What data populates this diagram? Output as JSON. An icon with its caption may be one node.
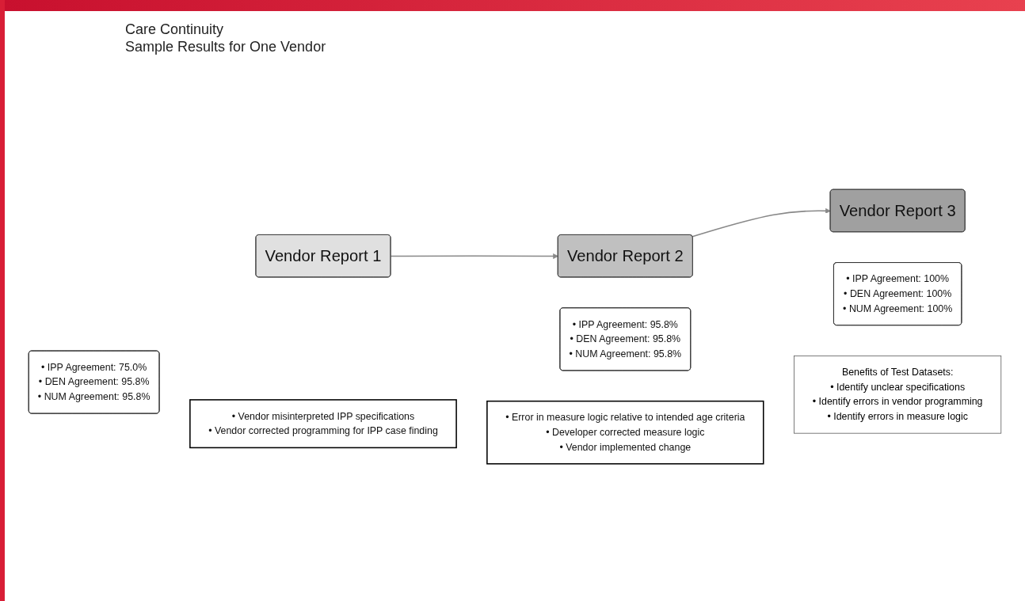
{
  "diagram": {
    "title": "Care Continuity",
    "nodes": [
      {
        "text": [
          "• IPP Agreement: 75.0%",
          "• DEN Agreement: 95.8%",
          "• NUM Agreement: 95.8%"
        ]
      },
      {
        "text": [
          "Vendor Report 1"
        ]
      },
      {
        "text": [
          "• Vendor misinterpreted IPP specifications",
          "• Vendor corrected programming for IPP case finding"
        ]
      },
      {
        "text": [
          "Vendor Report 2"
        ]
      },
      {
        "text": [
          "• IPP Agreement: 95.8%",
          "• DEN Agreement: 95.8%",
          "• NUM Agreement: 95.8%"
        ]
      },
      {
        "text": [
          "• Error in measure logic relative to intended age criteria",
          "• Developer corrected measure logic",
          "• Vendor implemented change"
        ]
      },
      {
        "text": [
          "• IPP Agreement: 100%",
          "• DEN Agreement: 100%",
          "• NUM Agreement: 100%"
        ]
      },
      {
        "text": [
          "Vendor Report 3"
        ]
      },
      {
        "text": [
          "Benefits of Test Datasets:",
          "• Identify unclear specifications",
          "• Identify errors in vendor programming",
          "• Identify errors in measure logic"
        ]
      }
    ],
    "edges": [
      {
        "from": 1,
        "to": 3,
        "arrow": "to"
      },
      {
        "from": 3,
        "to": 7,
        "arrow": "to"
      }
    ],
    "labels": [
      "Sample Results for One Vendor"
    ]
  }
}
